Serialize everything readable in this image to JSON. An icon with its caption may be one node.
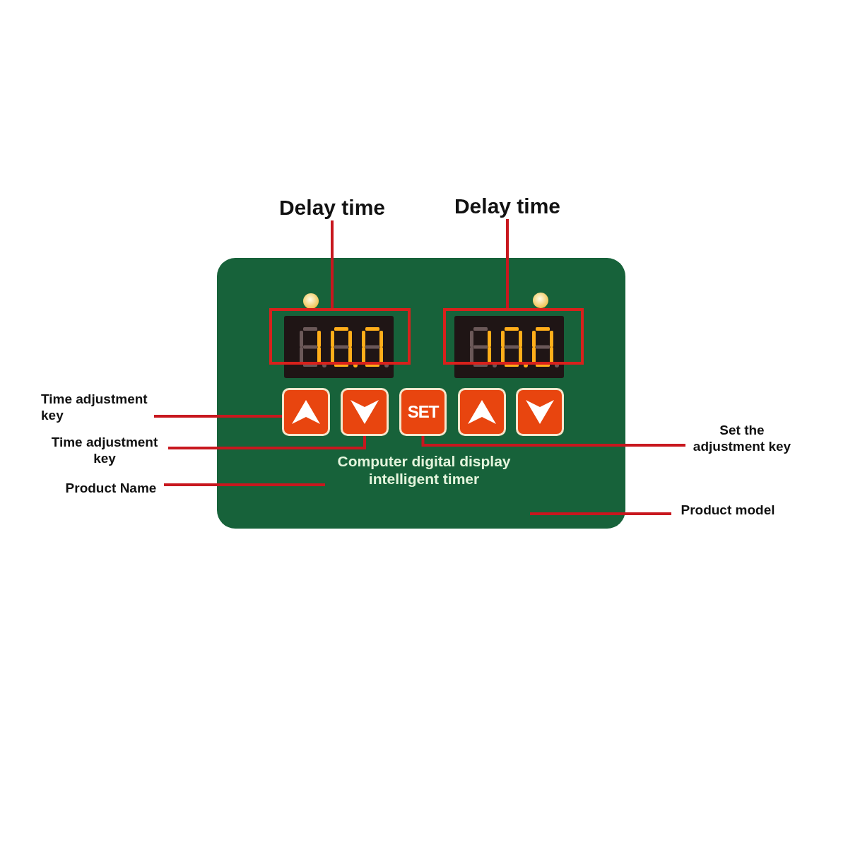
{
  "diagram": {
    "nodes": [
      {
        "text": [
          "Delay time"
        ]
      },
      {
        "text": [
          "Delay time"
        ]
      },
      {
        "text": [],
        "shape": "box"
      },
      {
        "text": [],
        "shape": "box",
        "in": 2
      },
      {
        "text": [],
        "shape": "box",
        "in": 2
      },
      {
        "text": [],
        "shape": "box",
        "in": 2
      },
      {
        "text": [],
        "shape": "box",
        "in": 2
      },
      {
        "text": [
          "SET"
        ],
        "in": 2
      },
      {
        "text": [],
        "shape": "box",
        "in": 2
      },
      {
        "text": [],
        "shape": "box",
        "in": 2
      },
      {
        "text": [
          "Computer digital display intelligent timer"
        ],
        "in": 2
      },
      {
        "text": [
          "Time adjustment key"
        ]
      },
      {
        "text": [
          "Time adjustment key"
        ]
      },
      {
        "text": [
          "Set the adjustment key"
        ]
      },
      {
        "text": [
          "Product Name"
        ]
      },
      {
        "text": [
          "Product model"
        ]
      }
    ],
    "edges": [
      {
        "from": 0,
        "to": 3,
        "arrow": "none"
      },
      {
        "from": 1,
        "to": 4,
        "arrow": "none"
      },
      {
        "from": 11,
        "to": 5,
        "arrow": "none"
      },
      {
        "from": 12,
        "to": 6,
        "arrow": "none"
      },
      {
        "from": 13,
        "to": 7,
        "arrow": "none"
      },
      {
        "from": 14,
        "to": 10,
        "arrow": "none"
      },
      {
        "from": 15,
        "to": null,
        "arrow": "none"
      }
    ]
  }
}
